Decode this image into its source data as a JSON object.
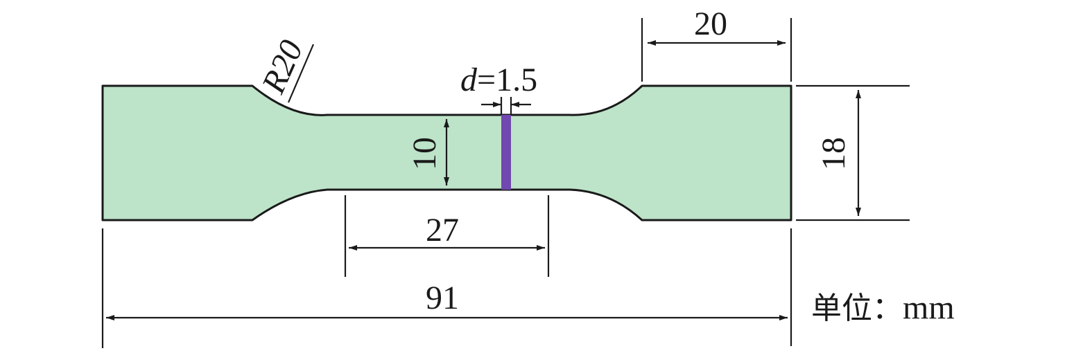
{
  "colors": {
    "specimen_fill": "#bde3c9",
    "specimen_outline": "#1a1a1a",
    "notch_fill": "#7048b0",
    "dimension_lines": "#1a1a1a"
  },
  "labels": {
    "radius": "R20",
    "notch_var": "d",
    "notch_value": "=1.5",
    "grip_length": "20",
    "total_width": "18",
    "gauge_width": "10",
    "gauge_length": "27",
    "total_length": "91"
  },
  "unit": {
    "label": "单位：",
    "value": "mm"
  }
}
